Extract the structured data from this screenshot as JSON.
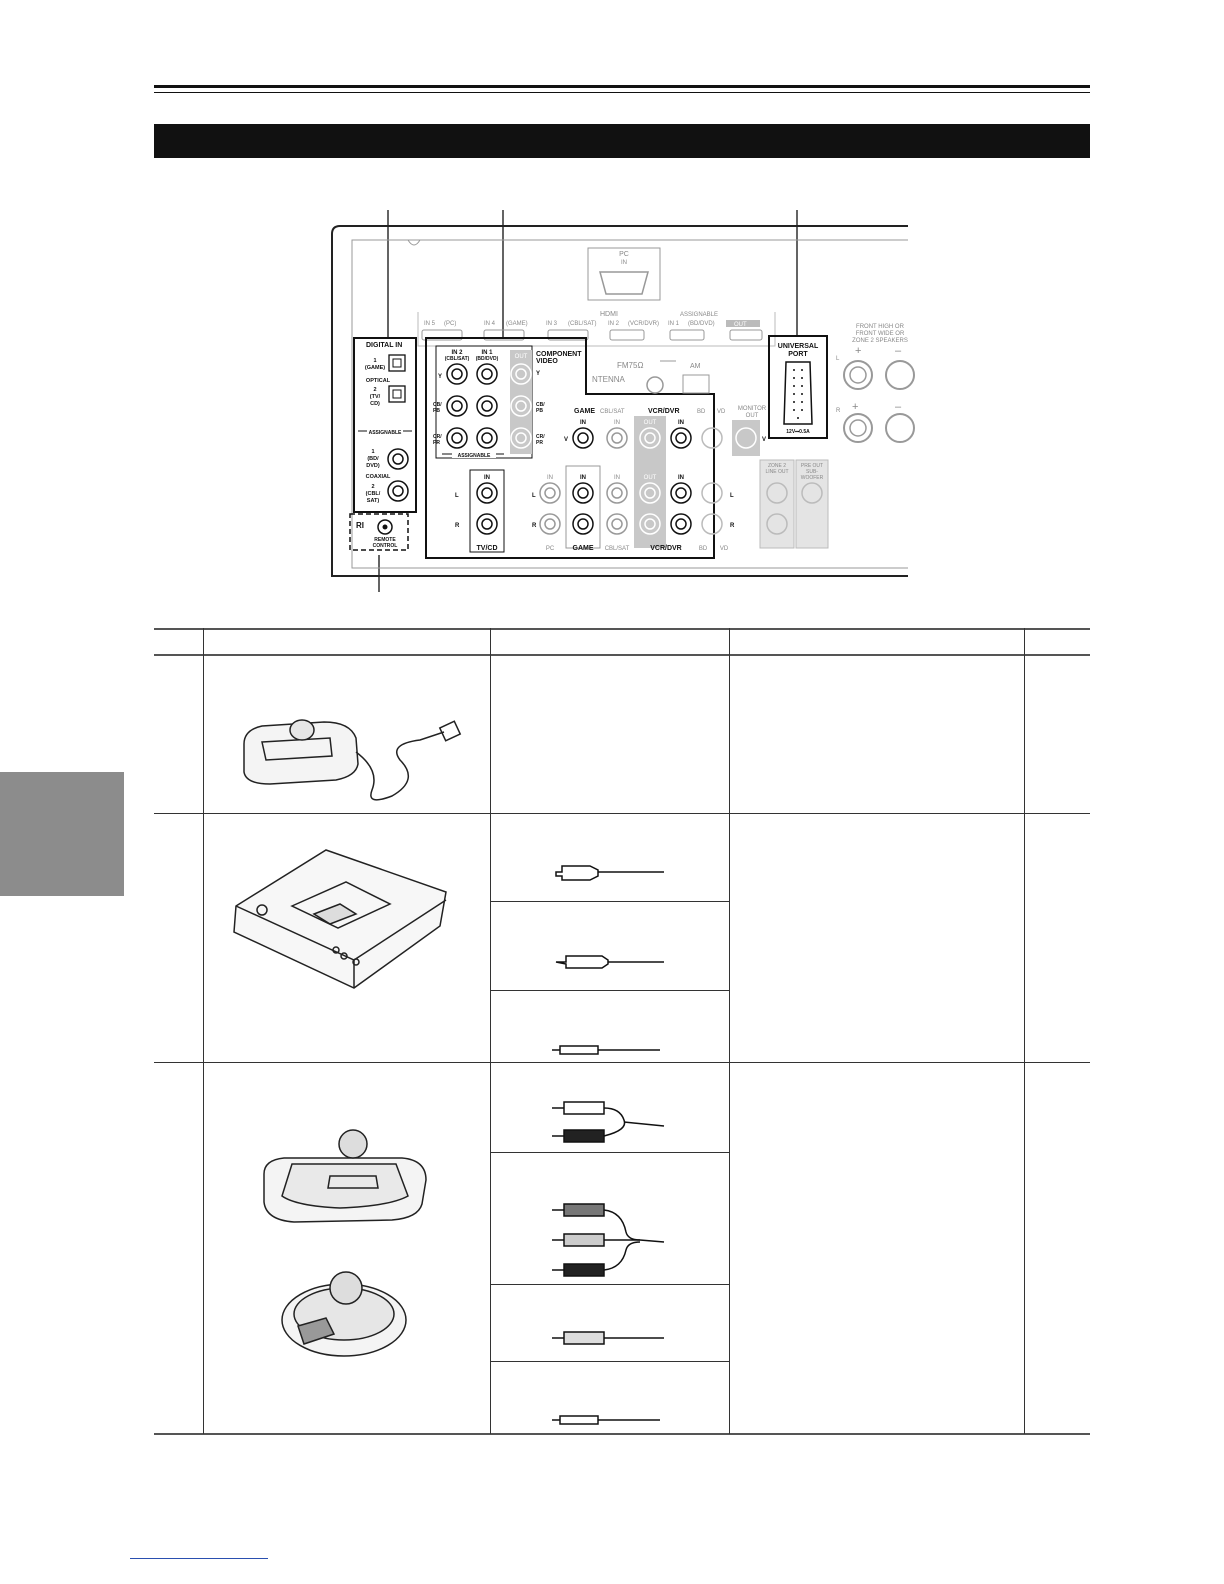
{
  "panel": {
    "pc": {
      "title": "PC",
      "sub": "IN"
    },
    "hdmi": {
      "label": "HDMI",
      "assignable": "ASSIGNABLE",
      "inputs": [
        "IN 5",
        "(PC)",
        "IN 4",
        "(GAME)",
        "IN 3",
        "(CBL/SAT)",
        "IN 2",
        "(VCR/DVR)",
        "IN 1",
        "(BD/DVD)",
        "OUT"
      ]
    },
    "digital_in": {
      "title": "DIGITAL IN",
      "optical": "OPTICAL",
      "opt1": [
        "1",
        "(GAME)"
      ],
      "opt2": [
        "2",
        "(TV/",
        "CD)"
      ],
      "assignable": "ASSIGNABLE",
      "coax1": [
        "1",
        "(BD/",
        "DVD)"
      ],
      "coaxial": "COAXIAL",
      "coax2": [
        "2",
        "(CBL/",
        "SAT)"
      ]
    },
    "rioc": {
      "label": "REMOTE",
      "label2": "CONTROL",
      "ri": "RI"
    },
    "component": {
      "title": "COMPONENT",
      "title2": "VIDEO",
      "in2": "IN 2",
      "in2_sub": "(CBL/SAT)",
      "in1": "IN 1",
      "in1_sub": "(BD/DVD)",
      "out": "OUT",
      "rows": [
        "Y",
        "CB/",
        "PB",
        "CR/",
        "PR"
      ],
      "assignable": "ASSIGNABLE"
    },
    "antenna": {
      "fm": "FM75Ω",
      "am": "AM",
      "label": "NTENNA"
    },
    "tvcd": {
      "label": "TV/CD",
      "in": "IN",
      "l": "L",
      "r": "R"
    },
    "av_section": {
      "game": "GAME",
      "cbl_sat": "CBL/SAT",
      "vcr_dvr": "VCR/DVR",
      "bd": "BD",
      "vd": "VD",
      "pc": "PC",
      "in": "IN",
      "out": "OUT",
      "v": "V",
      "l": "L",
      "r": "R"
    },
    "monitor": {
      "label": "MONITOR",
      "label2": "OUT"
    },
    "universal": {
      "title": "UNIVERSAL",
      "title2": "PORT",
      "spec": "12V⎓0.5A"
    },
    "zone2": {
      "label": "ZONE 2",
      "label2": "LINE OUT"
    },
    "preout": {
      "label": "PRE OUT",
      "label2": "SUB-",
      "label3": "WOOFER"
    },
    "speakers": {
      "label": "FRONT HIGH OR",
      "label2": "FRONT WIDE OR",
      "label3": "ZONE 2 SPEAKERS",
      "plus": "+",
      "minus": "–",
      "l": "L",
      "r": "R"
    }
  }
}
